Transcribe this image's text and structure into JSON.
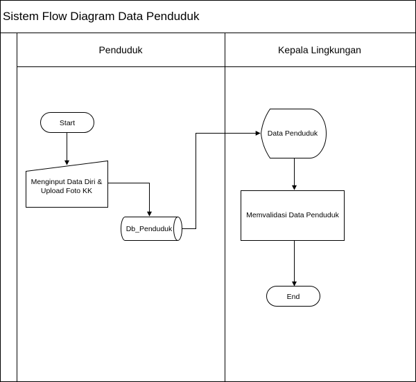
{
  "diagram": {
    "title": "Sistem Flow Diagram Data Penduduk",
    "lanes": [
      {
        "label": "Penduduk"
      },
      {
        "label": "Kepala Lingkungan"
      }
    ],
    "nodes": {
      "start": {
        "label": "Start",
        "shape": "terminator"
      },
      "manual_input": {
        "label_line1": "Menginput Data Diri  &",
        "label_line2": "Upload Foto KK",
        "shape": "manual-input"
      },
      "database": {
        "label": "Db_Penduduk",
        "shape": "stored-data"
      },
      "data_penduduk": {
        "label": "Data Penduduk",
        "shape": "display"
      },
      "process": {
        "label": "Memvalidasi Data Penduduk",
        "shape": "process"
      },
      "end": {
        "label": "End",
        "shape": "terminator"
      }
    },
    "edges": [
      {
        "from": "start",
        "to": "manual_input"
      },
      {
        "from": "manual_input",
        "to": "database"
      },
      {
        "from": "database",
        "to": "data_penduduk"
      },
      {
        "from": "data_penduduk",
        "to": "process"
      },
      {
        "from": "process",
        "to": "end"
      }
    ],
    "colors": {
      "stroke": "#000000",
      "fill": "#ffffff",
      "text": "#000000"
    }
  }
}
